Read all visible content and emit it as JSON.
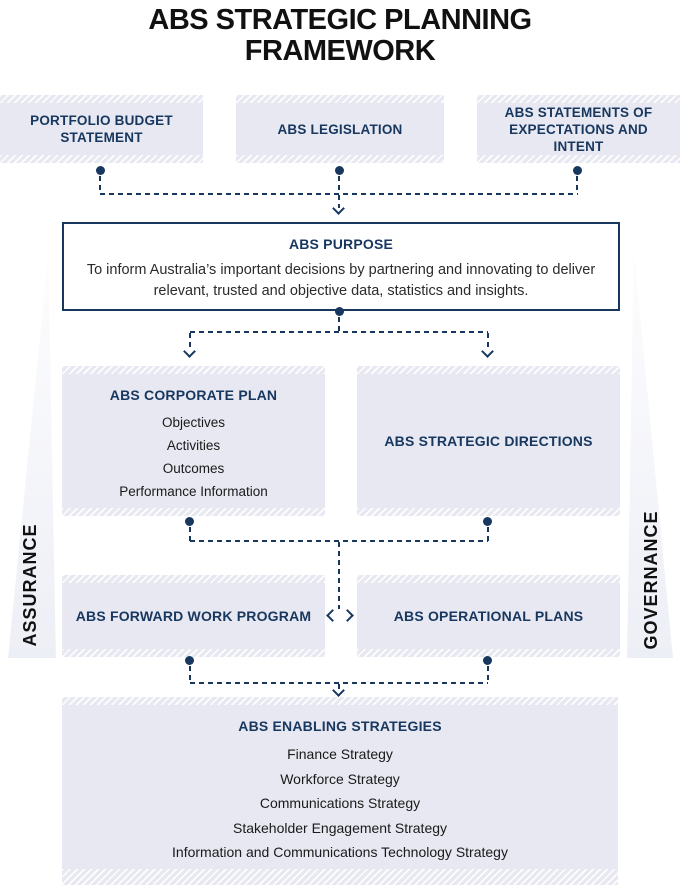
{
  "title": "ABS STRATEGIC PLANNING FRAMEWORK",
  "colors": {
    "navy": "#17375f",
    "box_fill": "#e7e8f1",
    "title_text": "#111111",
    "body_text": "#1a1a1a"
  },
  "top_row": {
    "portfolio_budget": "PORTFOLIO BUDGET STATEMENT",
    "abs_legislation": "ABS LEGISLATION",
    "statements": "ABS STATEMENTS OF EXPECTATIONS AND INTENT"
  },
  "purpose": {
    "title": "ABS PURPOSE",
    "body": "To inform Australia’s important decisions by partnering and innovating to deliver relevant, trusted and objective data, statistics and insights."
  },
  "corporate_plan": {
    "title": "ABS CORPORATE PLAN",
    "items": [
      "Objectives",
      "Activities",
      "Outcomes",
      "Performance Information"
    ]
  },
  "strategic_directions": {
    "title": "ABS STRATEGIC DIRECTIONS"
  },
  "forward_work_program": {
    "title": "ABS FORWARD WORK PROGRAM"
  },
  "operational_plans": {
    "title": "ABS OPERATIONAL PLANS"
  },
  "enabling_strategies": {
    "title": "ABS ENABLING STRATEGIES",
    "items": [
      "Finance Strategy",
      "Workforce Strategy",
      "Communications Strategy",
      "Stakeholder Engagement Strategy",
      "Information and Communications Technology Strategy"
    ]
  },
  "side_labels": {
    "left": "ASSURANCE",
    "right": "GOVERNANCE"
  }
}
